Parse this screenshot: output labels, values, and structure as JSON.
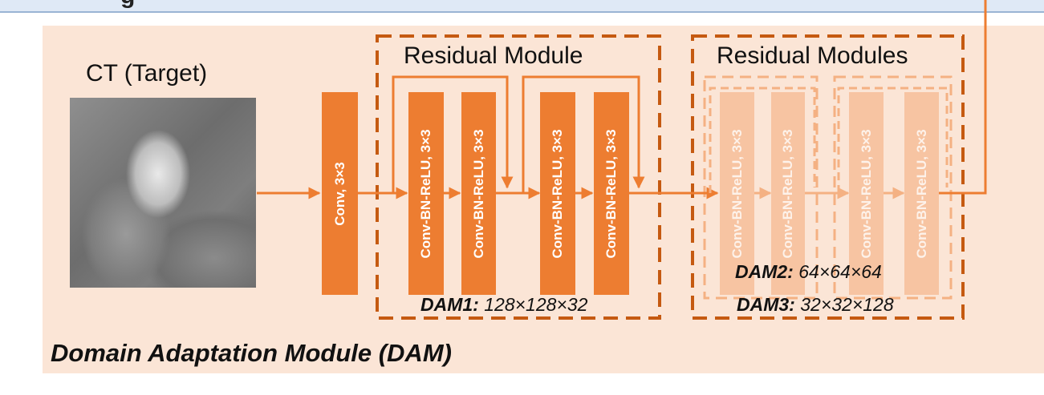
{
  "header": {
    "text": "g"
  },
  "input": {
    "label": "CT (Target)"
  },
  "conv_block": {
    "label": "Conv, 3×3"
  },
  "residual_module": {
    "title": "Residual Module",
    "dim_prefix": "DAM1:",
    "dim_value": "128×128×32"
  },
  "residual_modules": {
    "title": "Residual Modules",
    "dims": [
      {
        "prefix": "DAM2:",
        "value": "64×64×64"
      },
      {
        "prefix": "DAM3:",
        "value": "32×32×128"
      }
    ]
  },
  "block_label": "Conv-BN-ReLU, 3×3",
  "caption": "Domain Adaptation Module (DAM)",
  "colors": {
    "accent": "#ed7d31",
    "faded": "#f7c4a2",
    "panel": "#fbe5d6",
    "dashed_border": "#c55a11"
  }
}
